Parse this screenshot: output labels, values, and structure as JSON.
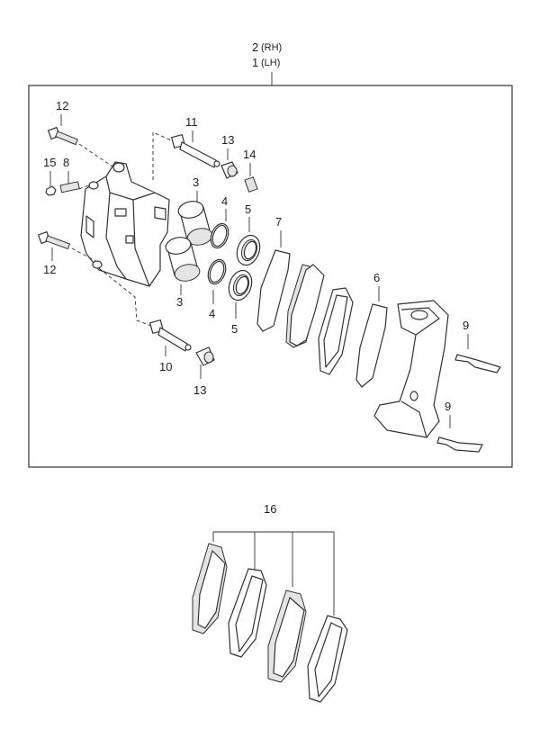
{
  "assembly": {
    "top_no": "2",
    "top_side": "(RH)",
    "bottom_no": "1",
    "bottom_side": "(LH)"
  },
  "callouts": {
    "c12_top": "12",
    "c12_bottom": "12",
    "c15": "15",
    "c8": "8",
    "c11": "11",
    "c13_top": "13",
    "c14": "14",
    "c3_top": "3",
    "c3_bottom": "3",
    "c4_top": "4",
    "c4_bottom": "4",
    "c5_top": "5",
    "c5_bottom": "5",
    "c7": "7",
    "c6": "6",
    "c9_top": "9",
    "c9_bottom": "9",
    "c10": "10",
    "c13_bottom": "13"
  },
  "pad_kit": {
    "no": "16"
  }
}
